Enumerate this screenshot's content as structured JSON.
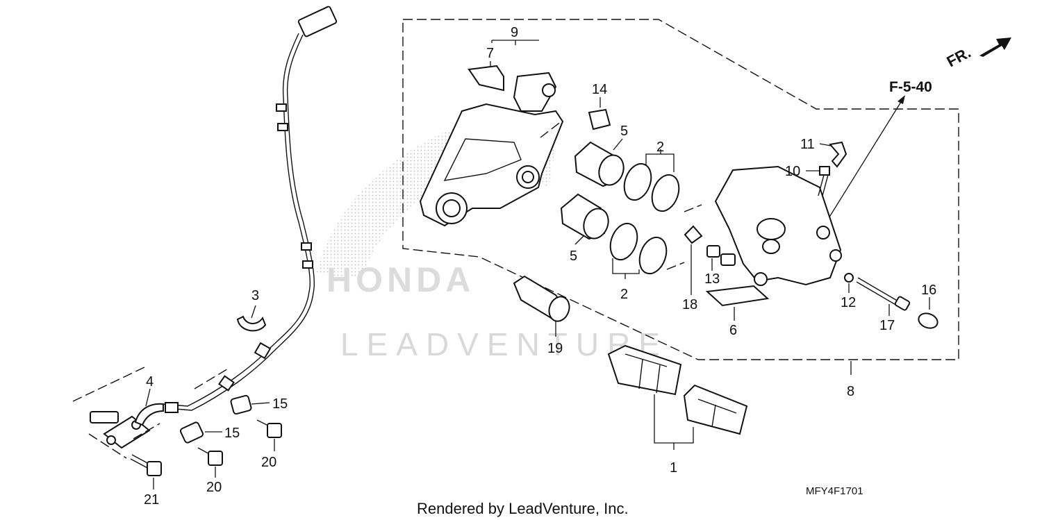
{
  "diagram": {
    "reference_label": "F-5-40",
    "direction_label": "FR.",
    "diagram_code": "MFY4F1701",
    "credit": "Rendered by LeadVenture, Inc.",
    "watermark": {
      "brand": "HONDA",
      "company": "LEADVENTURE"
    },
    "callouts": [
      {
        "id": "c9",
        "text": "9"
      },
      {
        "id": "c7",
        "text": "7"
      },
      {
        "id": "c14",
        "text": "14"
      },
      {
        "id": "c5a",
        "text": "5"
      },
      {
        "id": "c2a",
        "text": "2"
      },
      {
        "id": "c11",
        "text": "11"
      },
      {
        "id": "c10",
        "text": "10"
      },
      {
        "id": "c5b",
        "text": "5"
      },
      {
        "id": "c2b",
        "text": "2"
      },
      {
        "id": "c13",
        "text": "13"
      },
      {
        "id": "c18",
        "text": "18"
      },
      {
        "id": "c6",
        "text": "6"
      },
      {
        "id": "c12",
        "text": "12"
      },
      {
        "id": "c17",
        "text": "17"
      },
      {
        "id": "c16",
        "text": "16"
      },
      {
        "id": "c3",
        "text": "3"
      },
      {
        "id": "c19",
        "text": "19"
      },
      {
        "id": "c8",
        "text": "8"
      },
      {
        "id": "c4",
        "text": "4"
      },
      {
        "id": "c15a",
        "text": "15"
      },
      {
        "id": "c15b",
        "text": "15"
      },
      {
        "id": "c20a",
        "text": "20"
      },
      {
        "id": "c20b",
        "text": "20"
      },
      {
        "id": "c21",
        "text": "21"
      },
      {
        "id": "c1",
        "text": "1"
      }
    ]
  }
}
